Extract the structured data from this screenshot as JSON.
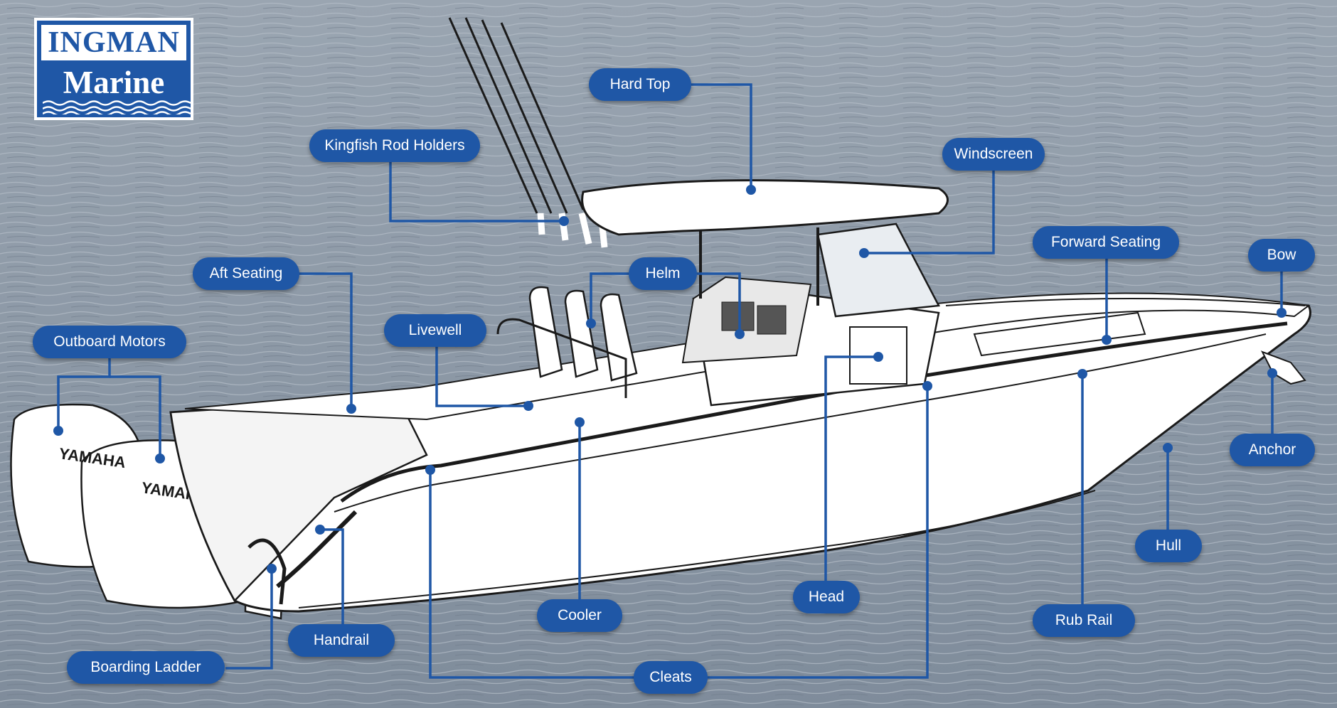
{
  "logo": {
    "line1": "INGMAN",
    "line2": "Marine"
  },
  "labels": {
    "hard_top": "Hard Top",
    "kingfish_rod_holders": "Kingfish Rod Holders",
    "windscreen": "Windscreen",
    "forward_seating": "Forward Seating",
    "bow": "Bow",
    "aft_seating": "Aft Seating",
    "helm": "Helm",
    "livewell": "Livewell",
    "outboard_motors": "Outboard Motors",
    "anchor": "Anchor",
    "hull": "Hull",
    "head": "Head",
    "cooler": "Cooler",
    "handrail": "Handrail",
    "rub_rail": "Rub Rail",
    "boarding_ladder": "Boarding Ladder",
    "cleats": "Cleats"
  },
  "engine_brand": "YAMAHA",
  "colors": {
    "label_fill": "#1f57a6",
    "label_text": "#ffffff",
    "water": "#8e9aa8",
    "hull": "#ffffff"
  }
}
